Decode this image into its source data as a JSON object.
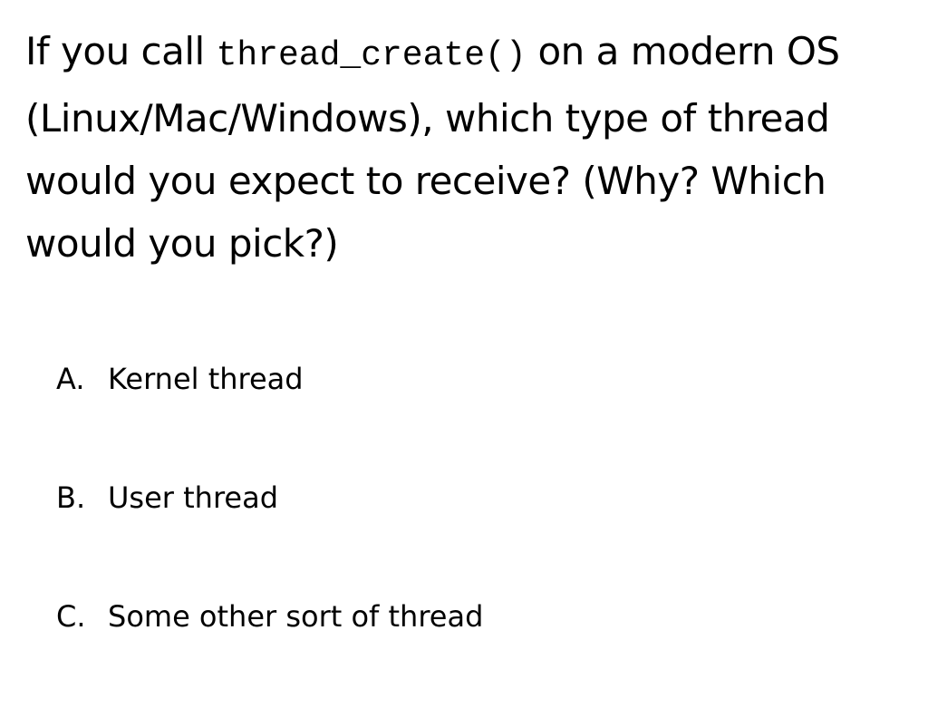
{
  "slide": {
    "question": {
      "before_code": "If you call ",
      "code": "thread_create()",
      "after_code": " on a modern OS (Linux/Mac/Windows), which type of thread would you expect to receive?  (Why? Which would you pick?)"
    },
    "options": [
      {
        "letter": "A.",
        "text": "Kernel thread"
      },
      {
        "letter": "B.",
        "text": "User thread"
      },
      {
        "letter": "C.",
        "text": "Some other sort of thread"
      }
    ]
  },
  "colors": {
    "background": "#ffffff",
    "text": "#000000"
  }
}
